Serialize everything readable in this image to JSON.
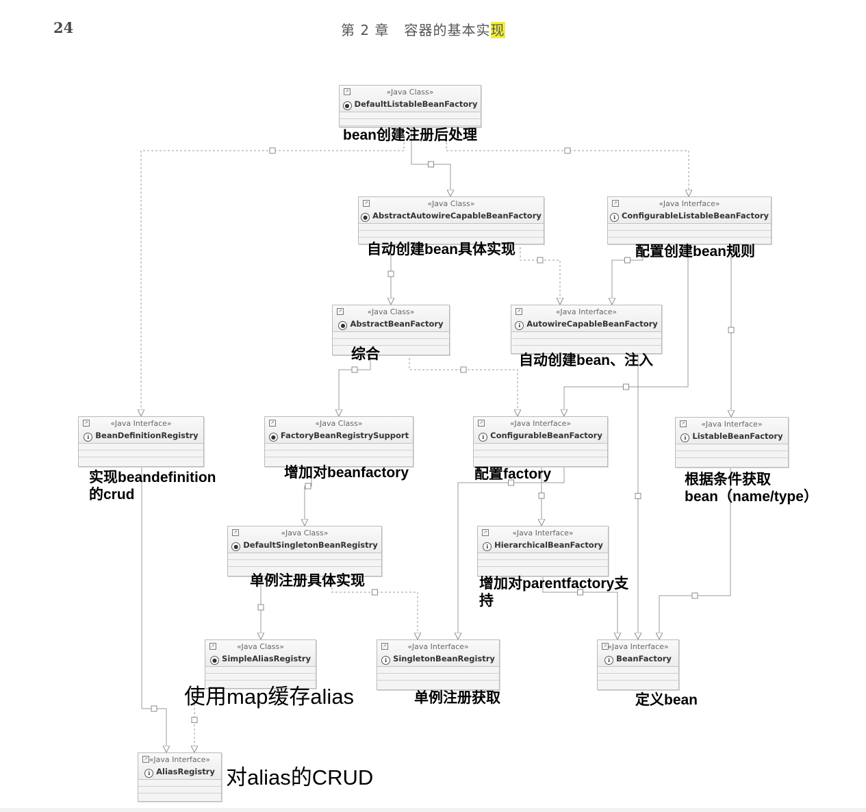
{
  "page": {
    "number": "24",
    "chapter_prefix": "第 2 章   容器的基本实",
    "chapter_highlight": "现"
  },
  "classes": [
    {
      "id": "dlbf",
      "stereotype": "«Java Class»",
      "name": "DefaultListableBeanFactory",
      "kind": "C",
      "note": "bean创建注册后处理"
    },
    {
      "id": "aacbf",
      "stereotype": "«Java Class»",
      "name": "AbstractAutowireCapableBeanFactory",
      "kind": "C",
      "note": "自动创建bean具体实现"
    },
    {
      "id": "clbf",
      "stereotype": "«Java Interface»",
      "name": "ConfigurableListableBeanFactory",
      "kind": "I",
      "note": "配置创建bean规则"
    },
    {
      "id": "abf",
      "stereotype": "«Java Class»",
      "name": "AbstractBeanFactory",
      "kind": "C",
      "note": "综合"
    },
    {
      "id": "acbf",
      "stereotype": "«Java Interface»",
      "name": "AutowireCapableBeanFactory",
      "kind": "I",
      "note": "自动创建bean、注入"
    },
    {
      "id": "bdr",
      "stereotype": "«Java Interface»",
      "name": "BeanDefinitionRegistry",
      "kind": "I",
      "note": "实现beandefinition\n的crud"
    },
    {
      "id": "fbrs",
      "stereotype": "«Java Class»",
      "name": "FactoryBeanRegistrySupport",
      "kind": "C",
      "note": "增加对beanfactory"
    },
    {
      "id": "cbf",
      "stereotype": "«Java Interface»",
      "name": "ConfigurableBeanFactory",
      "kind": "I",
      "note": "配置factory"
    },
    {
      "id": "lbf",
      "stereotype": "«Java Interface»",
      "name": "ListableBeanFactory",
      "kind": "I",
      "note": "根据条件获取\nbean（name/type）"
    },
    {
      "id": "dsbr",
      "stereotype": "«Java Class»",
      "name": "DefaultSingletonBeanRegistry",
      "kind": "C",
      "note": "单例注册具体实现"
    },
    {
      "id": "hbf",
      "stereotype": "«Java Interface»",
      "name": "HierarchicalBeanFactory",
      "kind": "I",
      "note": "增加对parentfactory支\n持"
    },
    {
      "id": "sar",
      "stereotype": "«Java Class»",
      "name": "SimpleAliasRegistry",
      "kind": "C",
      "note": "使用map缓存alias"
    },
    {
      "id": "sbr",
      "stereotype": "«Java Interface»",
      "name": "SingletonBeanRegistry",
      "kind": "I",
      "note": "单例注册获取"
    },
    {
      "id": "bf",
      "stereotype": "«Java Interface»",
      "name": "BeanFactory",
      "kind": "I",
      "note": "定义bean"
    },
    {
      "id": "ar",
      "stereotype": "«Java Interface»",
      "name": "AliasRegistry",
      "kind": "I",
      "note": "对alias的CRUD"
    }
  ],
  "relations": [
    {
      "from": "dlbf",
      "to": "aacbf",
      "style": "solid"
    },
    {
      "from": "dlbf",
      "to": "clbf",
      "style": "dashed"
    },
    {
      "from": "dlbf",
      "to": "bdr",
      "style": "dashed"
    },
    {
      "from": "aacbf",
      "to": "abf",
      "style": "solid"
    },
    {
      "from": "aacbf",
      "to": "acbf",
      "style": "dashed"
    },
    {
      "from": "clbf",
      "to": "acbf",
      "style": "solid"
    },
    {
      "from": "clbf",
      "to": "cbf",
      "style": "solid"
    },
    {
      "from": "clbf",
      "to": "lbf",
      "style": "solid"
    },
    {
      "from": "abf",
      "to": "fbrs",
      "style": "solid"
    },
    {
      "from": "abf",
      "to": "cbf",
      "style": "dashed"
    },
    {
      "from": "acbf",
      "to": "bf",
      "style": "solid"
    },
    {
      "from": "fbrs",
      "to": "dsbr",
      "style": "solid"
    },
    {
      "from": "cbf",
      "to": "hbf",
      "style": "solid"
    },
    {
      "from": "cbf",
      "to": "sbr",
      "style": "solid"
    },
    {
      "from": "dsbr",
      "to": "sar",
      "style": "solid"
    },
    {
      "from": "dsbr",
      "to": "sbr",
      "style": "dashed"
    },
    {
      "from": "hbf",
      "to": "bf",
      "style": "solid"
    },
    {
      "from": "lbf",
      "to": "bf",
      "style": "solid"
    },
    {
      "from": "bdr",
      "to": "ar",
      "style": "solid"
    },
    {
      "from": "sar",
      "to": "ar",
      "style": "dashed"
    }
  ],
  "colors": {
    "box_bg": "#f4f4f4",
    "box_border": "#b9b9b9",
    "line": "#9a9a9a",
    "highlight": "#f3ef3a"
  }
}
